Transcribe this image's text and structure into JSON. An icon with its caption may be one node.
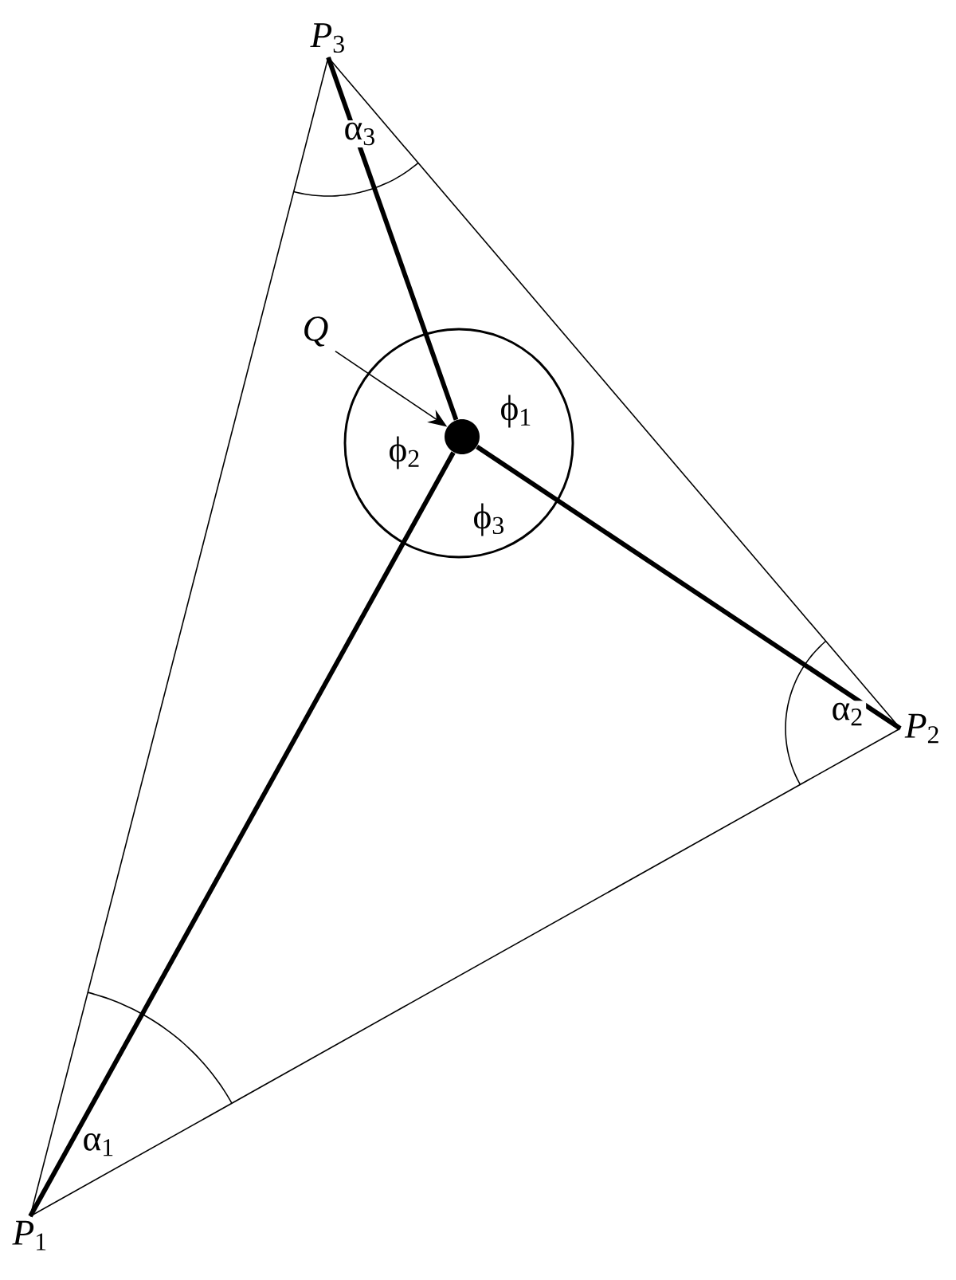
{
  "diagram": {
    "nodes": [
      {
        "text": [
          "*P*$_{1}$"
        ]
      },
      {
        "text": [
          "*P*$_{2}$"
        ]
      },
      {
        "text": [
          "*P*$_{3}$"
        ]
      },
      {
        "text": [],
        "shape": "circle"
      },
      {
        "text": [
          "Q"
        ]
      }
    ],
    "edges": [
      {
        "from": 0,
        "to": 1,
        "arrow": "none"
      },
      {
        "from": 1,
        "to": 2,
        "arrow": "none"
      },
      {
        "from": 2,
        "to": 0,
        "arrow": "none"
      },
      {
        "from": 3,
        "to": 0,
        "arrow": "none",
        "style": "thick"
      },
      {
        "from": 3,
        "to": 1,
        "arrow": "none",
        "style": "thick"
      },
      {
        "from": 3,
        "to": 2,
        "arrow": "none",
        "style": "thick"
      },
      {
        "from": 4,
        "to": 3,
        "arrow": "to"
      }
    ],
    "labels": [
      "α$_{3}$",
      "ϕ$_{1}$",
      "ϕ$_{2}$",
      "ϕ$_{3}$",
      "α$_{2}$",
      "α$_{1}$"
    ]
  }
}
